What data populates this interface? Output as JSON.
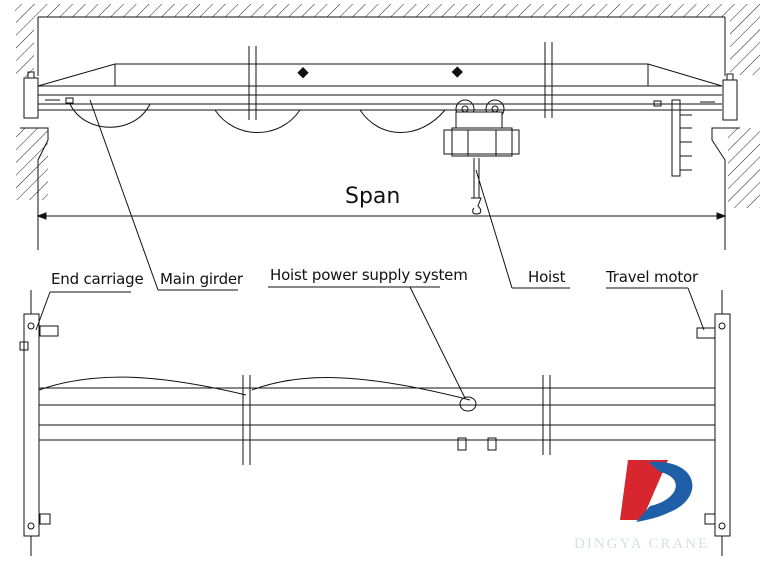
{
  "labels": {
    "span": "Span",
    "end_carriage": "End carriage",
    "main_girder": "Main girder",
    "hoist_power_supply": "Hoist power supply system",
    "hoist": "Hoist",
    "travel_motor": "Travel motor"
  },
  "watermark": {
    "text": "DINGYA CRANE",
    "logo_colors": [
      "#d7262e",
      "#1f5fa8"
    ]
  },
  "colors": {
    "ink": "#111111",
    "hatch": "#222222",
    "background": "#ffffff"
  }
}
